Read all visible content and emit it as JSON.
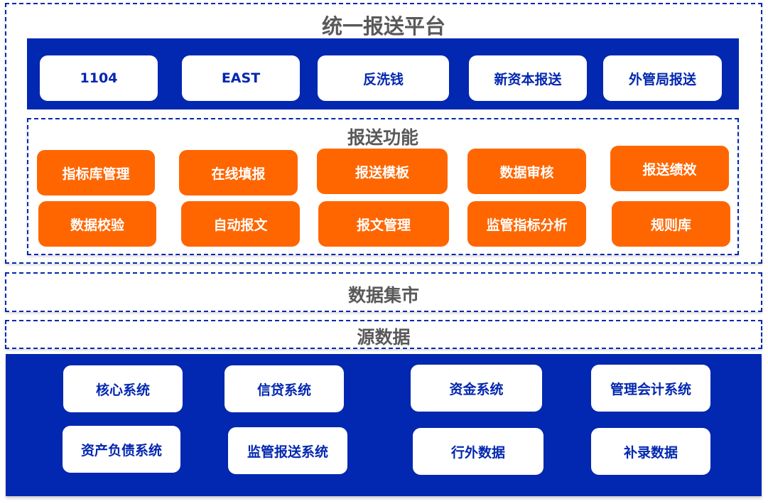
{
  "platform": {
    "title": "统一报送平台",
    "reports": [
      "1104",
      "EAST",
      "反洗钱",
      "新资本报送",
      "外管局报送"
    ]
  },
  "functions": {
    "title": "报送功能",
    "items": [
      "指标库管理",
      "在线填报",
      "报送模板",
      "数据审核",
      "报送绩效",
      "数据校验",
      "自动报文",
      "报文管理",
      "监管指标分析",
      "规则库"
    ]
  },
  "data_mart": {
    "title": "数据集市"
  },
  "source": {
    "title": "源数据",
    "systems": [
      "核心系统",
      "信贷系统",
      "资金系统",
      "管理会计系统",
      "资产负债系统",
      "监管报送系统",
      "行外数据",
      "补录数据"
    ]
  },
  "colors": {
    "blue": "#0227B0",
    "orange": "#FF6600",
    "gray": "#595959"
  }
}
